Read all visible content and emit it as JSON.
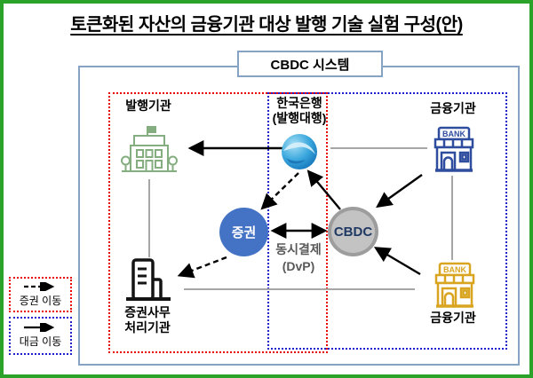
{
  "title": "토큰화된 자산의 금융기관 대상 발행 기술 실험 구성(안)",
  "system_label": "CBDC 시스템",
  "nodes": {
    "issuer": {
      "label": "발행기관"
    },
    "bok": {
      "line1": "한국은행",
      "line2": "(발행대행)"
    },
    "fi_top": {
      "label": "금융기관"
    },
    "fi_bottom": {
      "label": "금융기관"
    },
    "securities": {
      "label": "증권"
    },
    "cbdc": {
      "label": "CBDC"
    },
    "dvp": {
      "line1": "동시결제",
      "line2": "(DvP)"
    },
    "sec_office": {
      "line1": "증권사무",
      "line2": "처리기관"
    }
  },
  "bank_sign": "BANK",
  "legend": {
    "securities_flow": "증권 이동",
    "cash_flow": "대금 이동"
  },
  "colors": {
    "frame_green": "#2ba32b",
    "box_border": "#87a3c3",
    "zone_red": "#e60000",
    "zone_blue": "#2121cc",
    "securities_fill": "#4472c4",
    "cbdc_fill": "#c3c3c3",
    "cbdc_border": "#9d9d9d",
    "cbdc_text": "#1f3864",
    "bank_blue": "#2e4d9e",
    "bank_gold": "#d9a521",
    "school_green": "#85ae80",
    "line_gray": "#a6a6a6",
    "dvp_gray": "#595959",
    "office_black": "#141414"
  }
}
